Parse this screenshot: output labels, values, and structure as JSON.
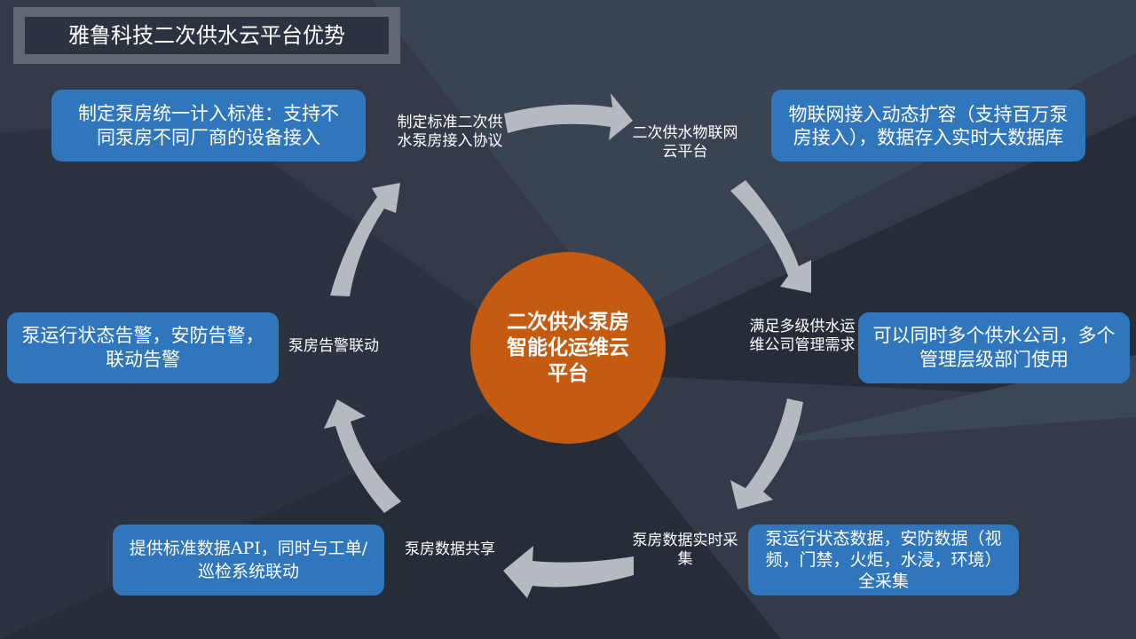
{
  "title": "雅鲁科技二次供水云平台优势",
  "center": "二次供水泵房智能化运维云平台",
  "steps": [
    {
      "label": "制定标准二次供水泵房接入协议",
      "box": "制定泵房统一计入标准：支持不同泵房不同厂商的设备接入"
    },
    {
      "label": "二次供水物联网云平台",
      "box": "物联网接入动态扩容（支持百万泵房接入），数据存入实时大数据库"
    },
    {
      "label": "满足多级供水运维公司管理需求",
      "box": "可以同时多个供水公司，多个管理层级部门使用"
    },
    {
      "label": "泵房数据实时采集",
      "box": "泵运行状态数据，安防数据（视频，门禁，火炬，水浸，环境）全采集"
    },
    {
      "label": "泵房数据共享",
      "box": "提供标准数据API，同时与工单/巡检系统联动"
    },
    {
      "label": "泵房告警联动",
      "box": "泵运行状态告警，安防告警，联动告警"
    }
  ],
  "colors": {
    "box": "#2f76bd",
    "center": "#c55a11",
    "arrow": "#b5b9c0",
    "background": "#242a36"
  }
}
